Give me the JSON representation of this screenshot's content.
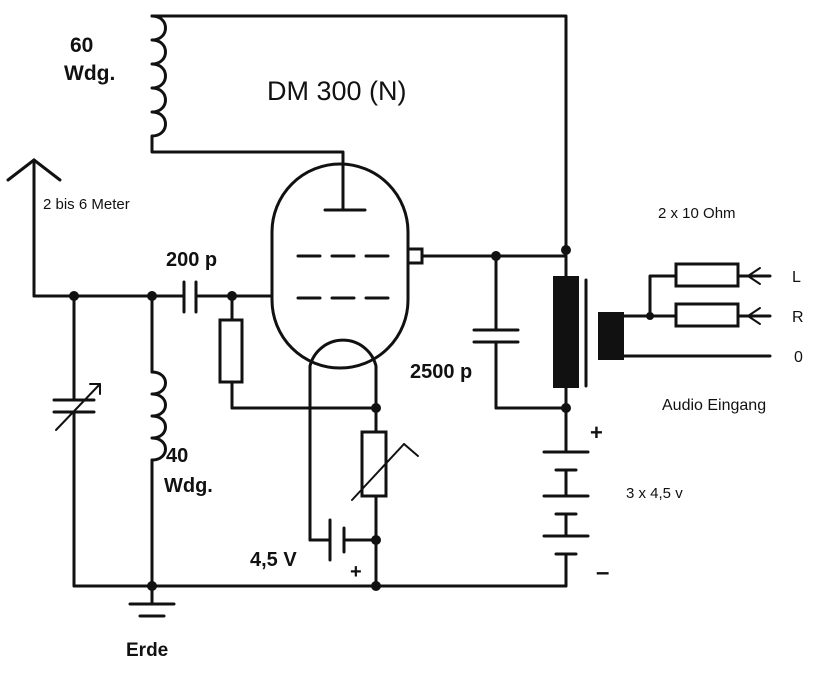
{
  "title": "DM 300 (N)",
  "labels": {
    "coil_top_turns": "60",
    "coil_top_unit": "Wdg.",
    "antenna_length": "2 bis 6 Meter",
    "cap_grid": "200 p",
    "cap_anode": "2500 p",
    "coil_bottom_turns": "40",
    "coil_bottom_unit": "Wdg.",
    "heater_voltage": "4,5 V",
    "heater_plus": "+",
    "ground": "Erde",
    "resistors": "2 x  10 Ohm",
    "input_left": "L",
    "input_right": "R",
    "input_zero": "0",
    "audio_input": "Audio Eingang",
    "battery_plus": "+",
    "battery_value": "3 x 4,5 v",
    "battery_minus": "–"
  }
}
